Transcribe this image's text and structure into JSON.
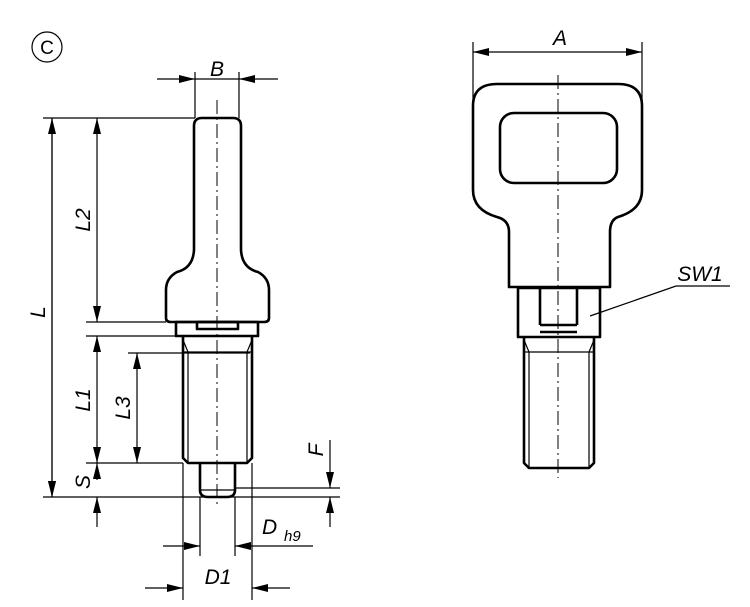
{
  "variant_label": "C",
  "dimensions": {
    "B": "B",
    "L": "L",
    "L1": "L1",
    "L2": "L2",
    "L3": "L3",
    "S": "S",
    "F": "F",
    "D": "D",
    "D_sub": "h9",
    "D1": "D1",
    "A": "A",
    "SW1": "SW1"
  }
}
